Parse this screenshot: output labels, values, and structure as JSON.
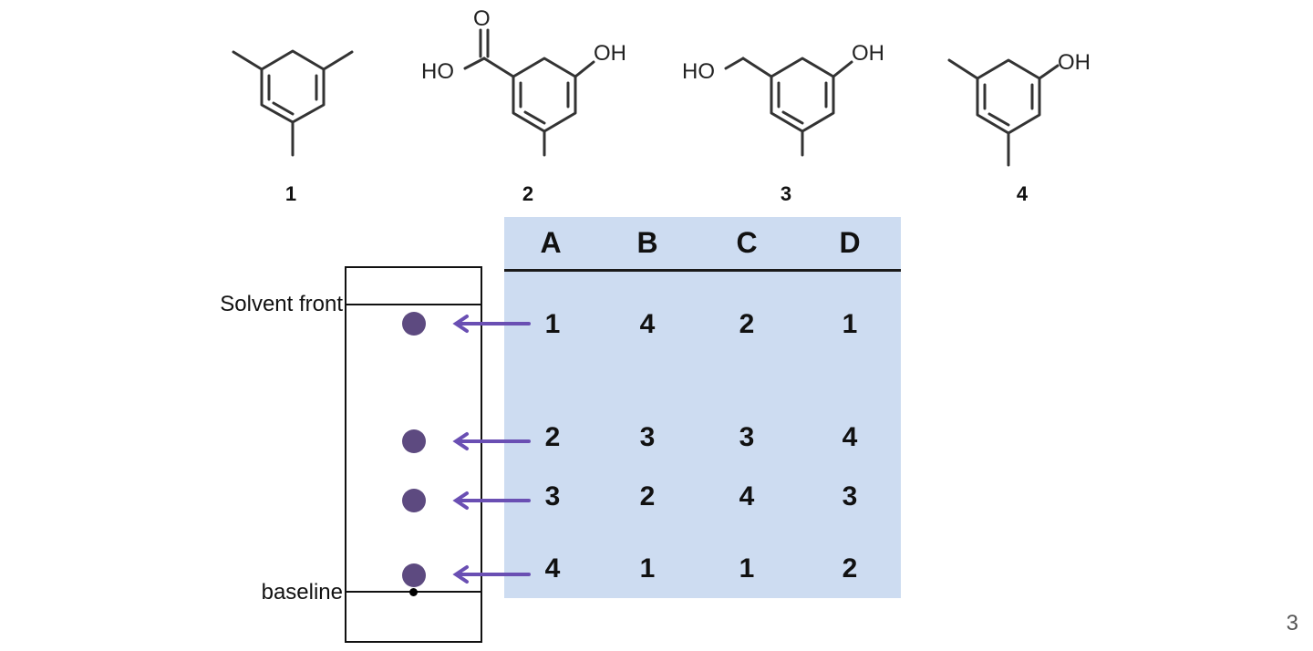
{
  "compounds": [
    {
      "number": "1"
    },
    {
      "number": "2",
      "substituents": {
        "acid": "HO",
        "carbonyl": "O",
        "phenol": "OH"
      }
    },
    {
      "number": "3",
      "substituents": {
        "alcohol": "HO",
        "phenol": "OH"
      }
    },
    {
      "number": "4",
      "substituents": {
        "phenol": "OH"
      }
    }
  ],
  "tlc": {
    "solvent_front_label": "Solvent front",
    "baseline_label": "baseline",
    "spot_color": "#5d4a80",
    "arrow_color": "#6a4fb3"
  },
  "table": {
    "background_color": "#cddcf1",
    "columns": [
      "A",
      "B",
      "C",
      "D"
    ],
    "rows": [
      [
        "1",
        "4",
        "2",
        "1"
      ],
      [
        "2",
        "3",
        "3",
        "4"
      ],
      [
        "3",
        "2",
        "4",
        "3"
      ],
      [
        "4",
        "1",
        "1",
        "2"
      ]
    ]
  },
  "page_number": "3"
}
